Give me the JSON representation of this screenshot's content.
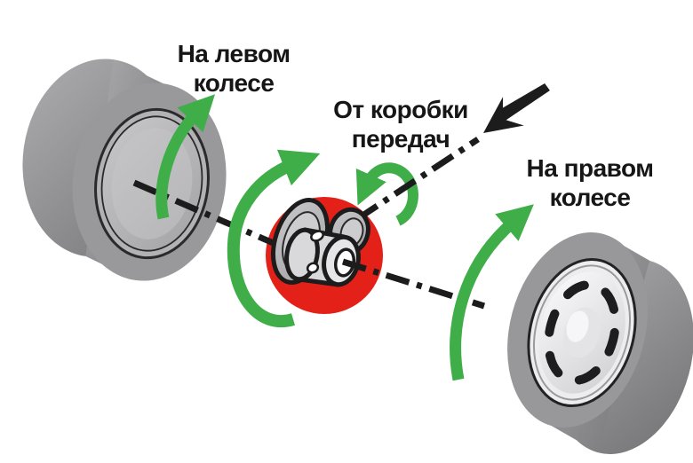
{
  "diagram": {
    "labels": {
      "left_wheel": "На левом\nколесе",
      "gearbox": "От коробки\nпередач",
      "right_wheel": "На правом\nколесе"
    },
    "icons": {
      "left_wheel_rotation": "curved-rotation-arrow",
      "differential_rotation": "curved-rotation-arrow",
      "input_shaft_rotation": "circular-rotation-arrow",
      "right_wheel_rotation": "curved-rotation-arrow",
      "gearbox_input": "solid-arrow-toward-differential"
    },
    "colors": {
      "red": "#e32119",
      "green": "#3fae49",
      "line_black": "#1c1c1c",
      "text_black": "#161616",
      "tire": "#8f8f92",
      "tire_dark": "#7c7c7f",
      "tire_light": "#a8a8ab",
      "rim_light": "#bcbcbe",
      "hub_light": "#d9d9db",
      "hubcap": "#ededef",
      "background": "#ffffff"
    }
  }
}
